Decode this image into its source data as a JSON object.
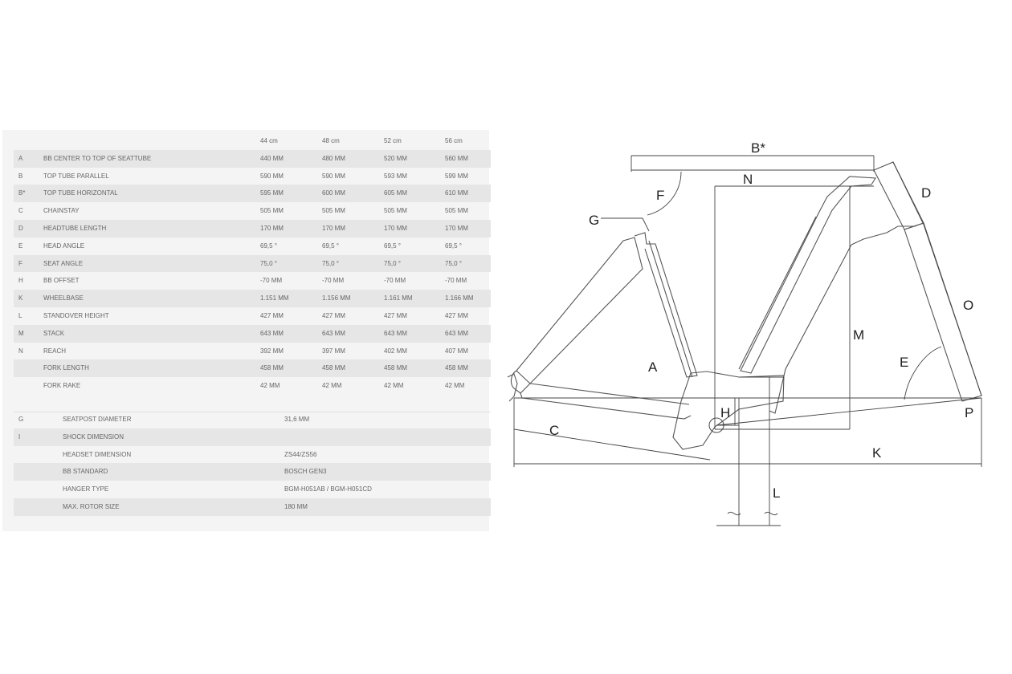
{
  "geometry": {
    "sizes": [
      "44 cm",
      "48 cm",
      "52 cm",
      "56 cm"
    ],
    "rows": [
      {
        "code": "A",
        "label": "BB CENTER TO TOP OF SEATTUBE",
        "values": [
          "440 MM",
          "480 MM",
          "520 MM",
          "560 MM"
        ]
      },
      {
        "code": "B",
        "label": "TOP TUBE PARALLEL",
        "values": [
          "590 MM",
          "590 MM",
          "593 MM",
          "599 MM"
        ]
      },
      {
        "code": "B*",
        "label": "TOP TUBE HORIZONTAL",
        "values": [
          "595 MM",
          "600 MM",
          "605 MM",
          "610 MM"
        ]
      },
      {
        "code": "C",
        "label": "CHAINSTAY",
        "values": [
          "505 MM",
          "505 MM",
          "505 MM",
          "505 MM"
        ]
      },
      {
        "code": "D",
        "label": "HEADTUBE LENGTH",
        "values": [
          "170 MM",
          "170 MM",
          "170 MM",
          "170 MM"
        ]
      },
      {
        "code": "E",
        "label": "HEAD ANGLE",
        "values": [
          "69,5 °",
          "69,5 °",
          "69,5 °",
          "69,5 °"
        ]
      },
      {
        "code": "F",
        "label": "SEAT ANGLE",
        "values": [
          "75,0 °",
          "75,0 °",
          "75,0 °",
          "75,0 °"
        ]
      },
      {
        "code": "H",
        "label": "BB OFFSET",
        "values": [
          "-70 MM",
          "-70 MM",
          "-70 MM",
          "-70 MM"
        ]
      },
      {
        "code": "K",
        "label": "WHEELBASE",
        "values": [
          "1.151 MM",
          "1.156 MM",
          "1.161 MM",
          "1.166 MM"
        ]
      },
      {
        "code": "L",
        "label": "STANDOVER HEIGHT",
        "values": [
          "427 MM",
          "427 MM",
          "427 MM",
          "427 MM"
        ]
      },
      {
        "code": "M",
        "label": "STACK",
        "values": [
          "643 MM",
          "643 MM",
          "643 MM",
          "643 MM"
        ]
      },
      {
        "code": "N",
        "label": "REACH",
        "values": [
          "392 MM",
          "397 MM",
          "402 MM",
          "407 MM"
        ]
      },
      {
        "code": "",
        "label": "FORK LENGTH",
        "values": [
          "458 MM",
          "458 MM",
          "458 MM",
          "458 MM"
        ]
      },
      {
        "code": "",
        "label": "FORK RAKE",
        "values": [
          "42 MM",
          "42 MM",
          "42 MM",
          "42 MM"
        ]
      }
    ]
  },
  "specs": {
    "rows": [
      {
        "code": "G",
        "label": "SEATPOST DIAMETER",
        "value": "31,6 MM"
      },
      {
        "code": "I",
        "label": "SHOCK DIMENSION",
        "value": ""
      },
      {
        "code": "",
        "label": "HEADSET DIMENSION",
        "value": "ZS44/ZS56"
      },
      {
        "code": "",
        "label": "BB STANDARD",
        "value": "BOSCH GEN3"
      },
      {
        "code": "",
        "label": "HANGER TYPE",
        "value": "BGM-H051AB / BGM-H051CD"
      },
      {
        "code": "",
        "label": "MAX. ROTOR SIZE",
        "value": "180 MM"
      }
    ]
  },
  "diagram": {
    "labels": {
      "bstar": "B*",
      "n": "N",
      "d": "D",
      "f": "F",
      "g": "G",
      "o": "O",
      "m": "M",
      "e": "E",
      "a": "A",
      "h": "H",
      "p": "P",
      "c": "C",
      "k": "K",
      "l": "L"
    }
  }
}
